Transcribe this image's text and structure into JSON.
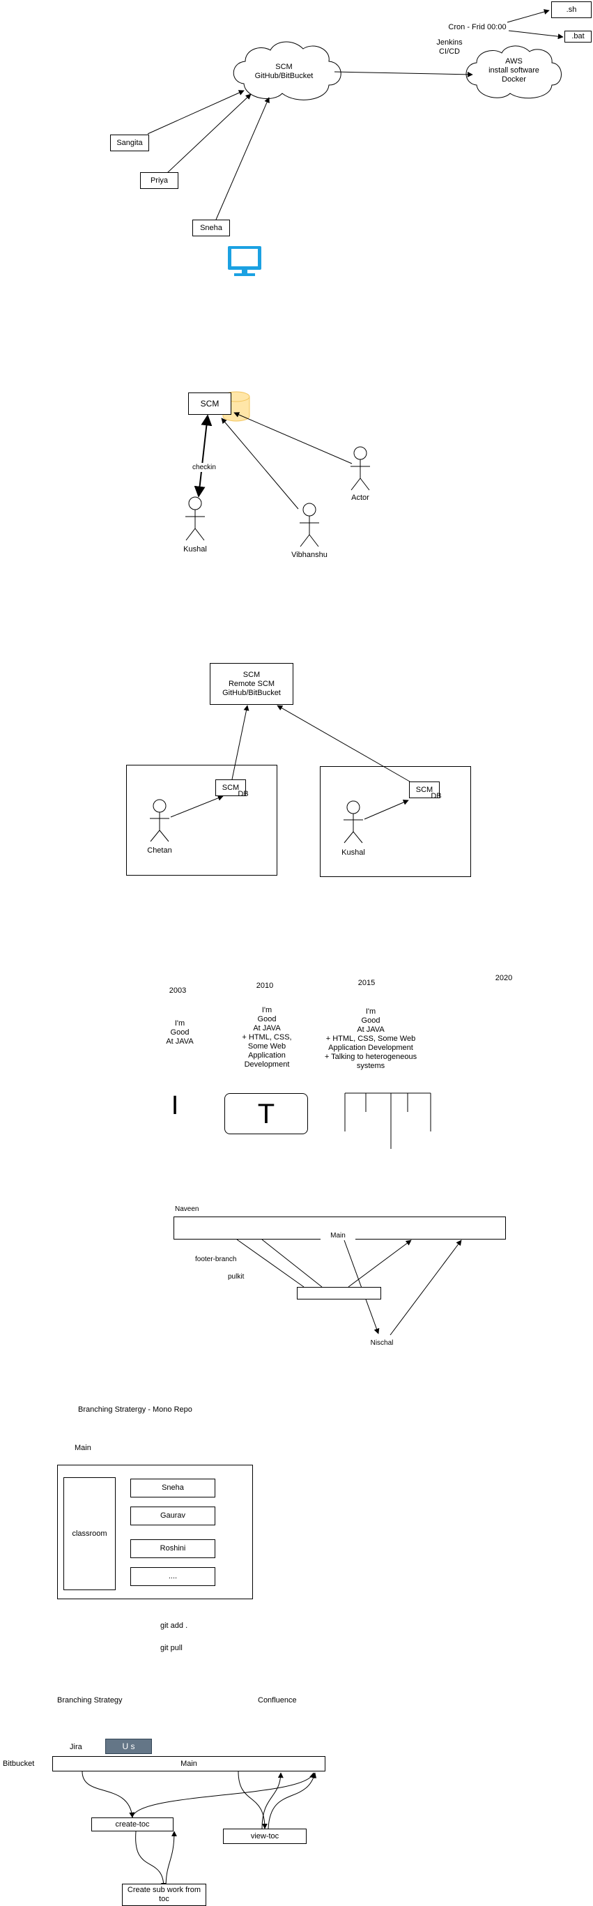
{
  "sec1": {
    "scm_cloud": "SCM\nGitHub/BitBucket",
    "aws_cloud": "AWS\ninstall software\nDocker",
    "jenkins": "Jenkins\nCI/CD",
    "cron": "Cron - Frid 00:00",
    "sh": ".sh",
    "bat": ".bat",
    "users": [
      "Sangita",
      "Priya",
      "Sneha"
    ]
  },
  "sec2": {
    "scm": "SCM",
    "checkin": "checkin",
    "actors": [
      "Kushal",
      "Vibhanshu",
      "Actor"
    ]
  },
  "sec3": {
    "remote": "SCM\nRemote SCM\nGitHub/BitBucket",
    "local_scm": "SCM",
    "db": "DB",
    "actors": [
      "Chetan",
      "Kushal"
    ]
  },
  "sec4": {
    "years": [
      "2003",
      "2010",
      "2015",
      "2020"
    ],
    "skills": [
      "I'm\nGood\nAt JAVA",
      "I'm\nGood\nAt JAVA\n+ HTML, CSS,\nSome Web\nApplication\nDevelopment",
      "I'm\nGood\nAt JAVA\n+ HTML, CSS, Some Web\nApplication Development\n+ Talking to heterogeneous\nsystems"
    ],
    "i_letter": "I",
    "t_letter": "T"
  },
  "sec5": {
    "naveen": "Naveen",
    "main": "Main",
    "footer_branch": "footer-branch",
    "pulkit": "pulkit",
    "nischal": "Nischal"
  },
  "sec6": {
    "title": "Branching Stratergy - Mono Repo",
    "main": "Main",
    "classroom": "classroom",
    "members": [
      "Sneha",
      "Gaurav",
      "Roshini",
      "...."
    ],
    "git_add": "git add .",
    "git_pull": "git pull"
  },
  "sec7": {
    "branching": "Branching Strategy",
    "confluence": "Confluence",
    "jira": "Jira",
    "us": "U s",
    "bitbucket": "Bitbucket",
    "main": "Main",
    "create_toc": "create-toc",
    "view_toc": "view-toc",
    "sub_work": "Create sub work from\ntoc"
  },
  "colors": {
    "monitor": "#1ba1e2",
    "db_fill": "#ffe6a8",
    "db_stroke": "#f2c45c",
    "us_fill": "#647687"
  }
}
